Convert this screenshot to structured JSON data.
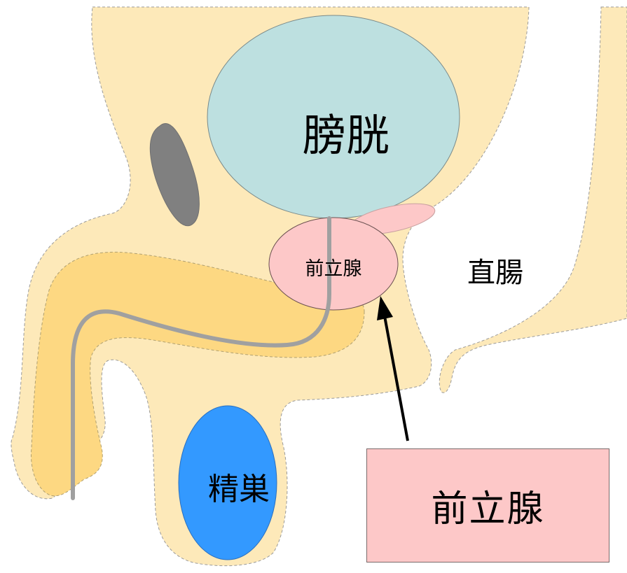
{
  "labels": {
    "bladder": "膀胱",
    "prostate": "前立腺",
    "rectum": "直腸",
    "testis": "精巣",
    "prostate_box": "前立腺"
  },
  "colors": {
    "background": "#ffffff",
    "body_tissue": "#fde9b9",
    "penis_tissue": "#fdd882",
    "bladder": "#bde0e0",
    "prostate": "#fdc8c8",
    "seminal_vesicle": "#fdc8c8",
    "pubic_bone": "#808080",
    "testis": "#3399ff",
    "urethra": "#a0a0a0",
    "arrow": "#000000"
  }
}
